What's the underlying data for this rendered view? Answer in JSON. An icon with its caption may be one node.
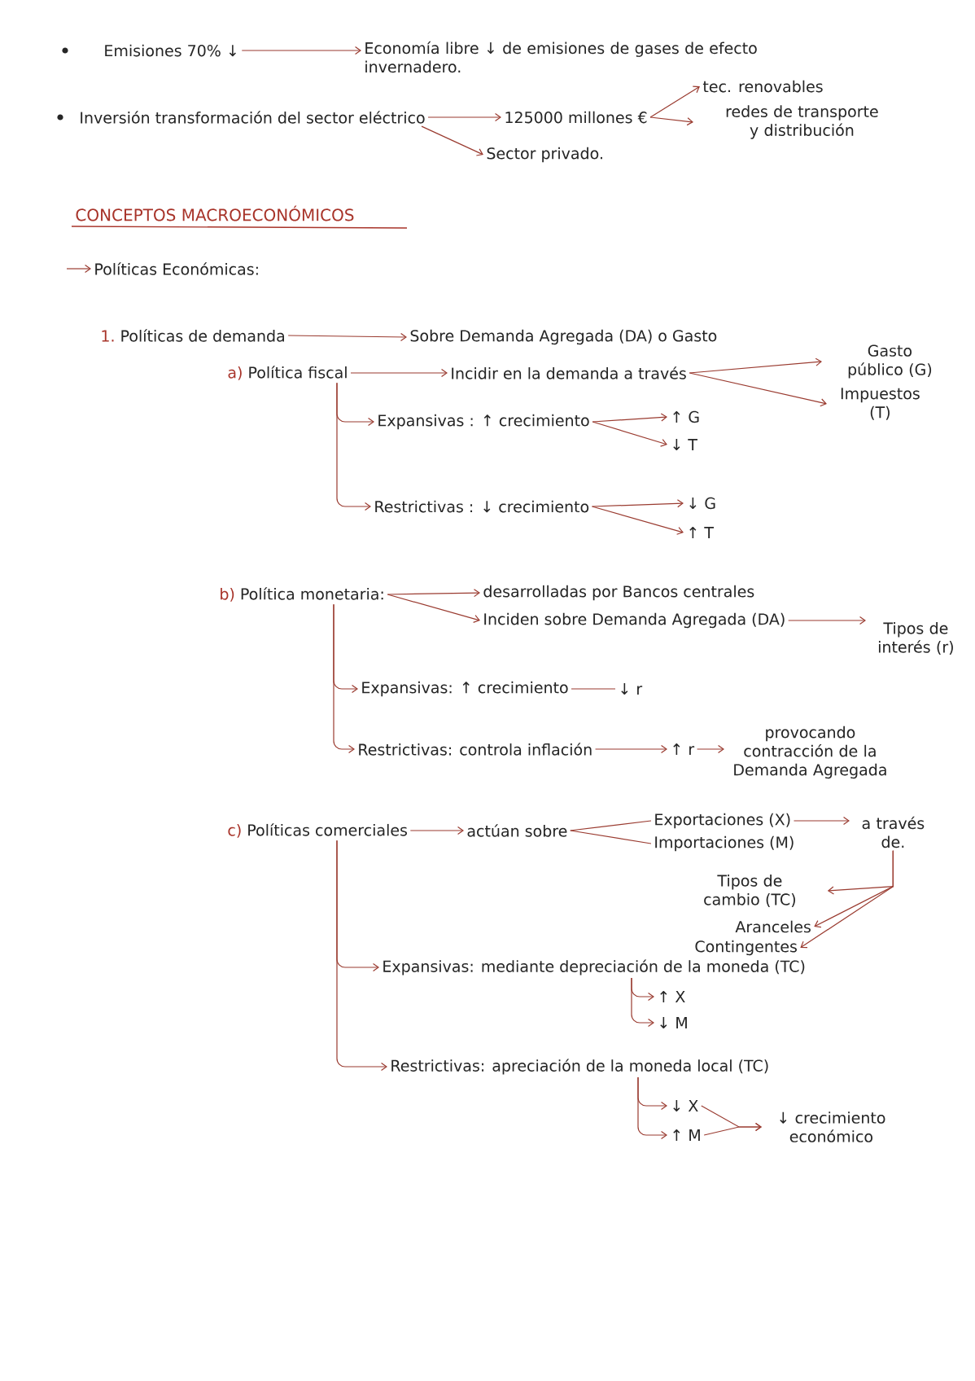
{
  "diagram": {
    "title": "CONCEPTOS MACROECONÓMICOS",
    "nodes": [
      {
        "text": [
          "Emisiones 70% ↓"
        ]
      },
      {
        "text": [
          "Economía libre ↓ de emisiones de gases de efecto invernadero."
        ]
      },
      {
        "text": [
          "Inversión transformación del sector eléctrico"
        ]
      },
      {
        "text": [
          "125000 millones €"
        ]
      },
      {
        "text": [
          "tec. renovables"
        ]
      },
      {
        "text": [
          "redes de transporte y distribución"
        ]
      },
      {
        "text": [
          "Sector privado."
        ]
      },
      {
        "text": [
          "Políticas Económicas:"
        ]
      },
      {
        "text": [
          "1.",
          "Políticas de demanda"
        ]
      },
      {
        "text": [
          "Sobre Demanda Agregada (DA) o Gasto"
        ]
      },
      {
        "text": [
          "a)",
          "Política fiscal"
        ]
      },
      {
        "text": [
          "Incidir en la demanda a través"
        ]
      },
      {
        "text": [
          "Gasto público (G)"
        ]
      },
      {
        "text": [
          "Impuestos (T)"
        ]
      },
      {
        "text": [
          "Expansivas : ↑ crecimiento"
        ]
      },
      {
        "text": [
          "↑ G"
        ]
      },
      {
        "text": [
          "↓ T"
        ]
      },
      {
        "text": [
          "Restrictivas : ↓ crecimiento"
        ]
      },
      {
        "text": [
          "↓ G"
        ]
      },
      {
        "text": [
          "↑ T"
        ]
      },
      {
        "text": [
          "b)",
          "Política monetaria:"
        ]
      },
      {
        "text": [
          "desarrolladas por Bancos centrales"
        ]
      },
      {
        "text": [
          "Inciden sobre Demanda Agregada (DA)"
        ]
      },
      {
        "text": [
          "Tipos de interés (r)"
        ]
      },
      {
        "text": [
          "Expansivas: ↑ crecimiento"
        ]
      },
      {
        "text": [
          "↓ r"
        ]
      },
      {
        "text": [
          "Restrictivas: controla inflación"
        ]
      },
      {
        "text": [
          "↑ r"
        ]
      },
      {
        "text": [
          "provocando contracción de la Demanda Agregada"
        ]
      },
      {
        "text": [
          "c)",
          "Políticas comerciales"
        ]
      },
      {
        "text": [
          "actúan sobre"
        ]
      },
      {
        "text": [
          "Exportaciones (X)"
        ]
      },
      {
        "text": [
          "Importaciones (M)"
        ]
      },
      {
        "text": [
          "a través de."
        ]
      },
      {
        "text": [
          "Tipos de cambio (TC)"
        ]
      },
      {
        "text": [
          "Aranceles"
        ]
      },
      {
        "text": [
          "Contingentes"
        ]
      },
      {
        "text": [
          "Expansivas: mediante depreciación de la moneda (TC)"
        ]
      },
      {
        "text": [
          "↑ X"
        ]
      },
      {
        "text": [
          "↓ M"
        ]
      },
      {
        "text": [
          "Restrictivas: apreciación de la moneda local (TC)"
        ]
      },
      {
        "text": [
          "↓ X"
        ]
      },
      {
        "text": [
          "↑ M"
        ]
      },
      {
        "text": [
          "↓ crecimiento económico"
        ]
      }
    ],
    "edges": [
      {
        "from": 0,
        "to": 1,
        "arrow": "to"
      },
      {
        "from": 2,
        "to": 3,
        "arrow": "to"
      },
      {
        "from": 3,
        "to": 4,
        "arrow": "to"
      },
      {
        "from": 3,
        "to": 5,
        "arrow": "to"
      },
      {
        "from": 2,
        "to": 6,
        "arrow": "to"
      },
      {
        "from": null,
        "to": 7,
        "arrow": "to"
      },
      {
        "from": 8,
        "to": 9,
        "arrow": "to"
      },
      {
        "from": 10,
        "to": 11,
        "arrow": "to"
      },
      {
        "from": 11,
        "to": 12,
        "arrow": "to"
      },
      {
        "from": 11,
        "to": 13,
        "arrow": "to"
      },
      {
        "from": 10,
        "to": 14,
        "arrow": "to"
      },
      {
        "from": 10,
        "to": 17,
        "arrow": "to"
      },
      {
        "from": 14,
        "to": 15,
        "arrow": "to"
      },
      {
        "from": 14,
        "to": 16,
        "arrow": "to"
      },
      {
        "from": 17,
        "to": 18,
        "arrow": "to"
      },
      {
        "from": 17,
        "to": 19,
        "arrow": "to"
      },
      {
        "from": 20,
        "to": 21,
        "arrow": "to"
      },
      {
        "from": 20,
        "to": 22,
        "arrow": "to"
      },
      {
        "from": 22,
        "to": 23,
        "arrow": "to"
      },
      {
        "from": 20,
        "to": 24,
        "arrow": "to"
      },
      {
        "from": 20,
        "to": 26,
        "arrow": "to"
      },
      {
        "from": 24,
        "to": 25,
        "arrow": "none"
      },
      {
        "from": 26,
        "to": 27,
        "arrow": "to"
      },
      {
        "from": 27,
        "to": 28,
        "arrow": "to"
      },
      {
        "from": 29,
        "to": 30,
        "arrow": "to"
      },
      {
        "from": 30,
        "to": 31,
        "arrow": "none"
      },
      {
        "from": 30,
        "to": 32,
        "arrow": "none"
      },
      {
        "from": 31,
        "to": 33,
        "arrow": "to"
      },
      {
        "from": 33,
        "to": 34,
        "arrow": "to"
      },
      {
        "from": 33,
        "to": 35,
        "arrow": "to"
      },
      {
        "from": 33,
        "to": 36,
        "arrow": "to"
      },
      {
        "from": 29,
        "to": 37,
        "arrow": "to"
      },
      {
        "from": 29,
        "to": 40,
        "arrow": "to"
      },
      {
        "from": 37,
        "to": 38,
        "arrow": "to"
      },
      {
        "from": 37,
        "to": 39,
        "arrow": "to"
      },
      {
        "from": 40,
        "to": 41,
        "arrow": "to"
      },
      {
        "from": 40,
        "to": 42,
        "arrow": "to"
      },
      {
        "from": 41,
        "to": 43,
        "arrow": "to"
      },
      {
        "from": 42,
        "to": 43,
        "arrow": "to"
      }
    ]
  }
}
